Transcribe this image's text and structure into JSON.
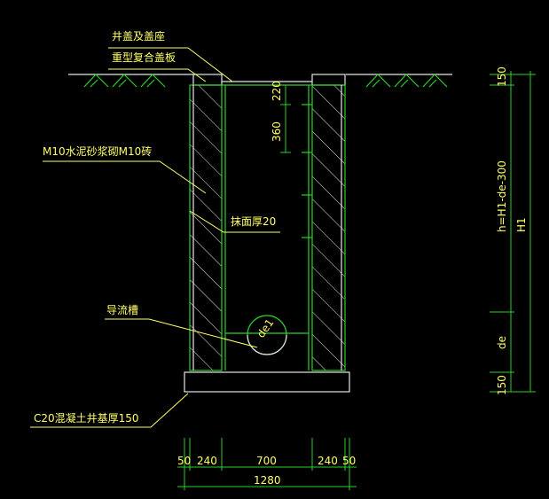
{
  "labels": {
    "cover": "井盖及盖座",
    "cover_board": "重型复合盖板",
    "wall": "M10水泥砂浆砌M10砖",
    "plaster": "抹面厚20",
    "channel": "导流槽",
    "base": "C20混凝土井基厚150",
    "pipe": "de1"
  },
  "dims_top": {
    "d220": "220",
    "d360": "360"
  },
  "dims_right": {
    "d150_top": "150",
    "dh": "h=H1-de-300",
    "dH1": "H1",
    "dde": "de",
    "d150_bot": "150"
  },
  "dims_bottom": {
    "d50_l": "50",
    "d240_l": "240",
    "d700": "700",
    "d240_r": "240",
    "d50_r": "50",
    "d1280": "1280"
  },
  "colors": {
    "background": "#000000",
    "structure": "#28d228",
    "outline": "#e6e6e6",
    "text": "#ffff66"
  }
}
